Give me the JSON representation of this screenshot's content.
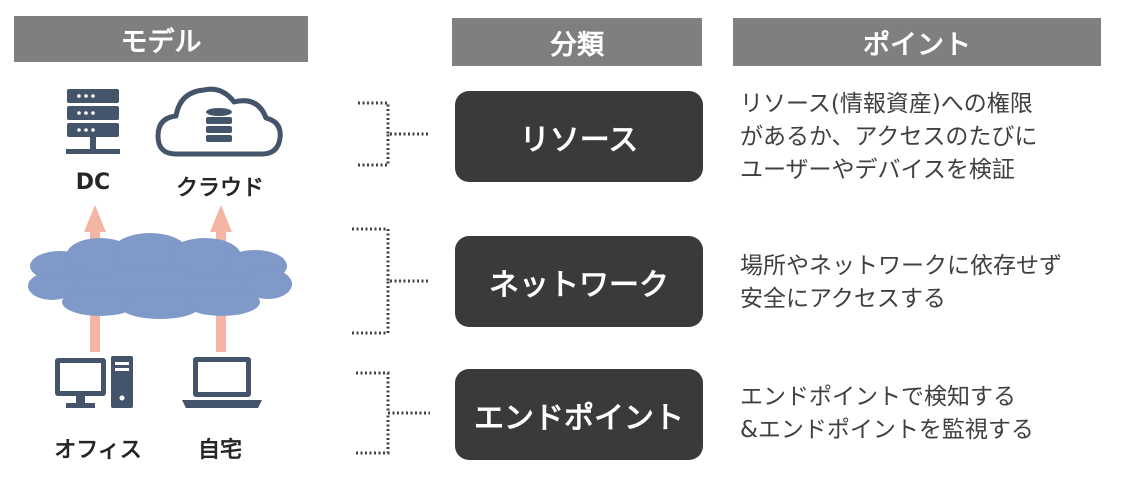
{
  "headers": {
    "model": "モデル",
    "category": "分類",
    "point": "ポイント"
  },
  "model_labels": {
    "dc": "DC",
    "cloud": "クラウド",
    "office": "オフィス",
    "home": "自宅"
  },
  "categories": [
    {
      "label": "リソース",
      "point": [
        "リソース(情報資産)への権限",
        "があるか、アクセスのたびに",
        "ユーザーやデバイスを検証"
      ]
    },
    {
      "label": "ネットワーク",
      "point": [
        "場所やネットワークに依存せず",
        "安全にアクセスする"
      ]
    },
    {
      "label": "エンドポイント",
      "point": [
        "エンドポイントで検知する",
        "&エンドポイントを監視する"
      ]
    }
  ],
  "colors": {
    "header_bg": "#7f7f7f",
    "box_bg": "#3a3a3a",
    "icon_blue": "#44546a",
    "cloud_blue": "#7f99c9",
    "arrow_pink": "#f4b5a4"
  },
  "icons": [
    "server-icon",
    "cloud-database-icon",
    "desktop-computer-icon",
    "laptop-icon",
    "network-cloud-icon"
  ]
}
